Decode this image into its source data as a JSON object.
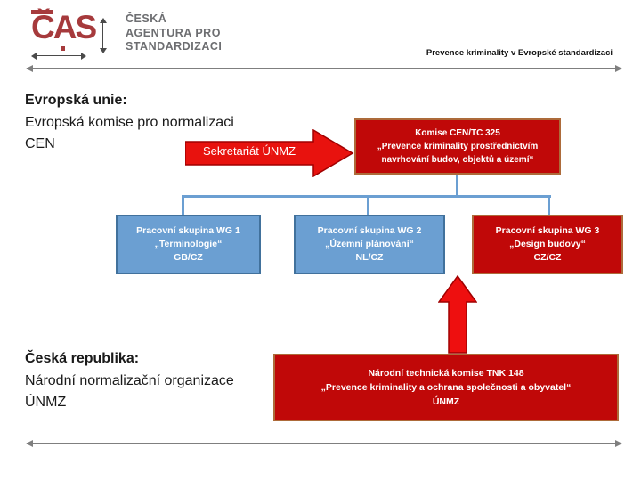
{
  "logo": {
    "acronym": "ČAS",
    "org_lines": [
      "ČESKÁ",
      "AGENTURA PRO",
      "STANDARDIZACI"
    ]
  },
  "header": {
    "caption": "Prevence kriminality v Evropské standardizaci"
  },
  "eu_section": {
    "heading": "Evropská unie:",
    "line2": "Evropská komise pro normalizaci",
    "line3": "CEN"
  },
  "diagram": {
    "secretariat_arrow": {
      "label": "Sekretariát ÚNMZ"
    },
    "cen_box": {
      "lines": [
        "Komise CEN/TC 325",
        "„Prevence kriminality prostřednictvím",
        "navrhování budov, objektů a území“"
      ]
    },
    "wg1_box": {
      "lines": [
        "Pracovní skupina WG 1",
        "„Terminologie“",
        "GB/CZ"
      ]
    },
    "wg2_box": {
      "lines": [
        "Pracovní skupina WG 2",
        "„Územní plánování“",
        "NL/CZ"
      ]
    },
    "wg3_box": {
      "lines": [
        "Pracovní skupina WG 3",
        "„Design budovy“",
        "CZ/CZ"
      ]
    },
    "tnk_box": {
      "lines": [
        "Národní technická komise TNK 148",
        "„Prevence kriminality a ochrana společnosti a obyvatel“",
        "ÚNMZ"
      ]
    }
  },
  "cz_section": {
    "heading": "Česká republika:",
    "line2": "Národní normalizační organizace",
    "line3": "ÚNMZ"
  },
  "colors": {
    "box_red": "#C00808",
    "box_red_border": "#AD6B3A",
    "box_blue": "#6B9FD2",
    "box_blue_border": "#41719C",
    "arrow_red": "#E8120E",
    "arrow_red_border": "#A00000",
    "divider_gray": "#7F7F7F",
    "logo_red": "#A63A3C",
    "logo_gray": "#6D6E71"
  }
}
